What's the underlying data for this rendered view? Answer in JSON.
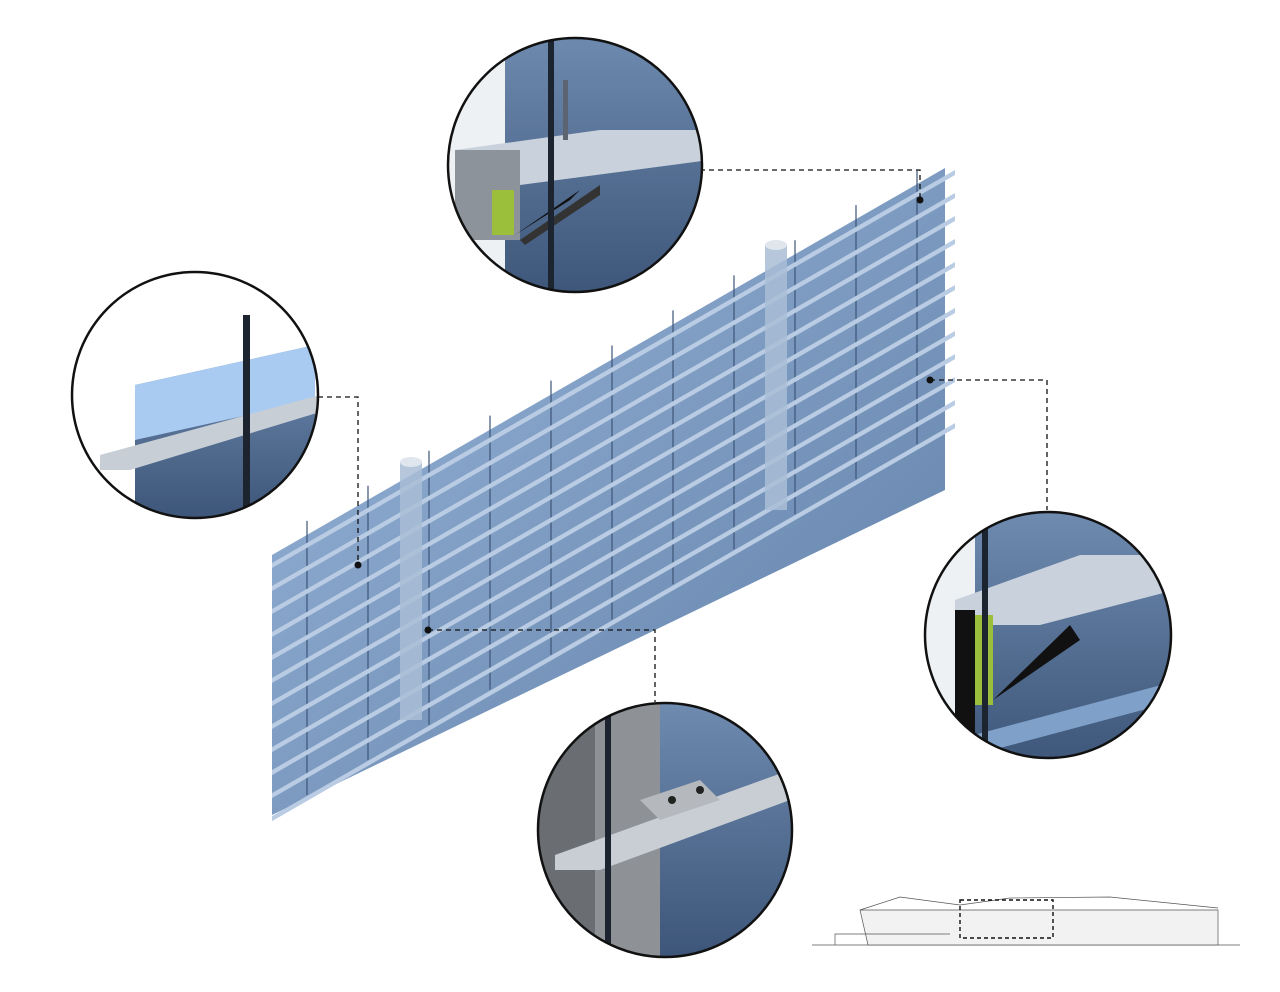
{
  "colors": {
    "glass": "#7f9fc4",
    "glass_dark": "#4d6a8e",
    "glass_light": "#a9c4e6",
    "fin": "#b9cce3",
    "insulation": "#9bbf3a",
    "steel": "#9a9fa6",
    "leader": "#111111"
  },
  "details": [
    {
      "name": "top-fin-section-detail"
    },
    {
      "name": "parapet-glass-detail"
    },
    {
      "name": "mid-fin-section-detail"
    },
    {
      "name": "column-bracket-detail"
    }
  ]
}
